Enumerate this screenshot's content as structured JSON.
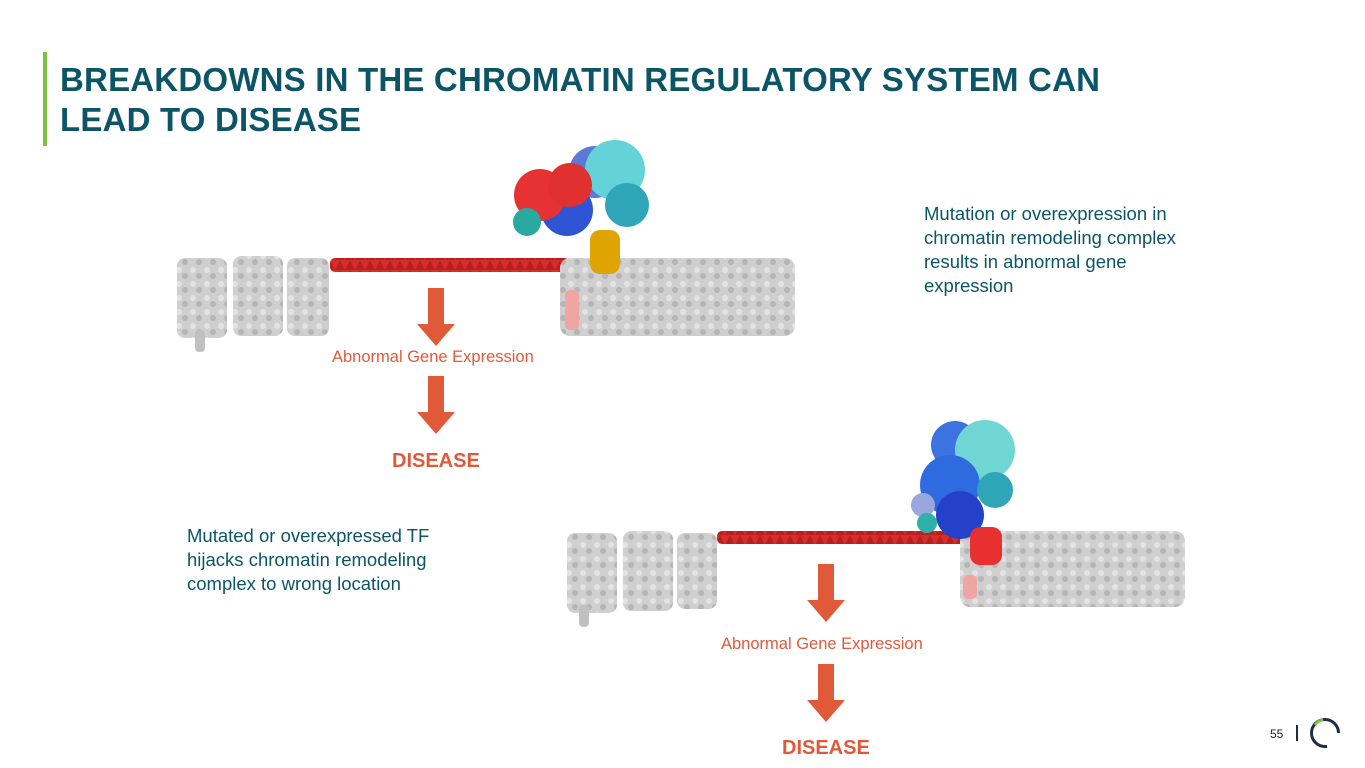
{
  "slide": {
    "title_line1": "BREAKDOWNS IN THE CHROMATIN REGULATORY SYSTEM CAN",
    "title_line2": "LEAD TO DISEASE",
    "page_number": "55",
    "colors": {
      "title": "#0b5567",
      "accent_bar": "#7dc242",
      "arrow": "#e05a3a",
      "dna": "#d62d2d",
      "nucleosome": "#c8c8c8"
    }
  },
  "panel_top": {
    "caption": "Mutation or overexpression in chromatin remodeling complex results in abnormal gene expression",
    "effect_label": "Abnormal Gene Expression",
    "outcome_label": "DISEASE"
  },
  "panel_bottom": {
    "caption": "Mutated or overexpressed TF hijacks chromatin remodeling complex to wrong location",
    "effect_label": "Abnormal Gene Expression",
    "outcome_label": "DISEASE"
  },
  "icons": {
    "logo": "circle-ring-logo-icon",
    "arrow": "down-arrow-icon"
  }
}
